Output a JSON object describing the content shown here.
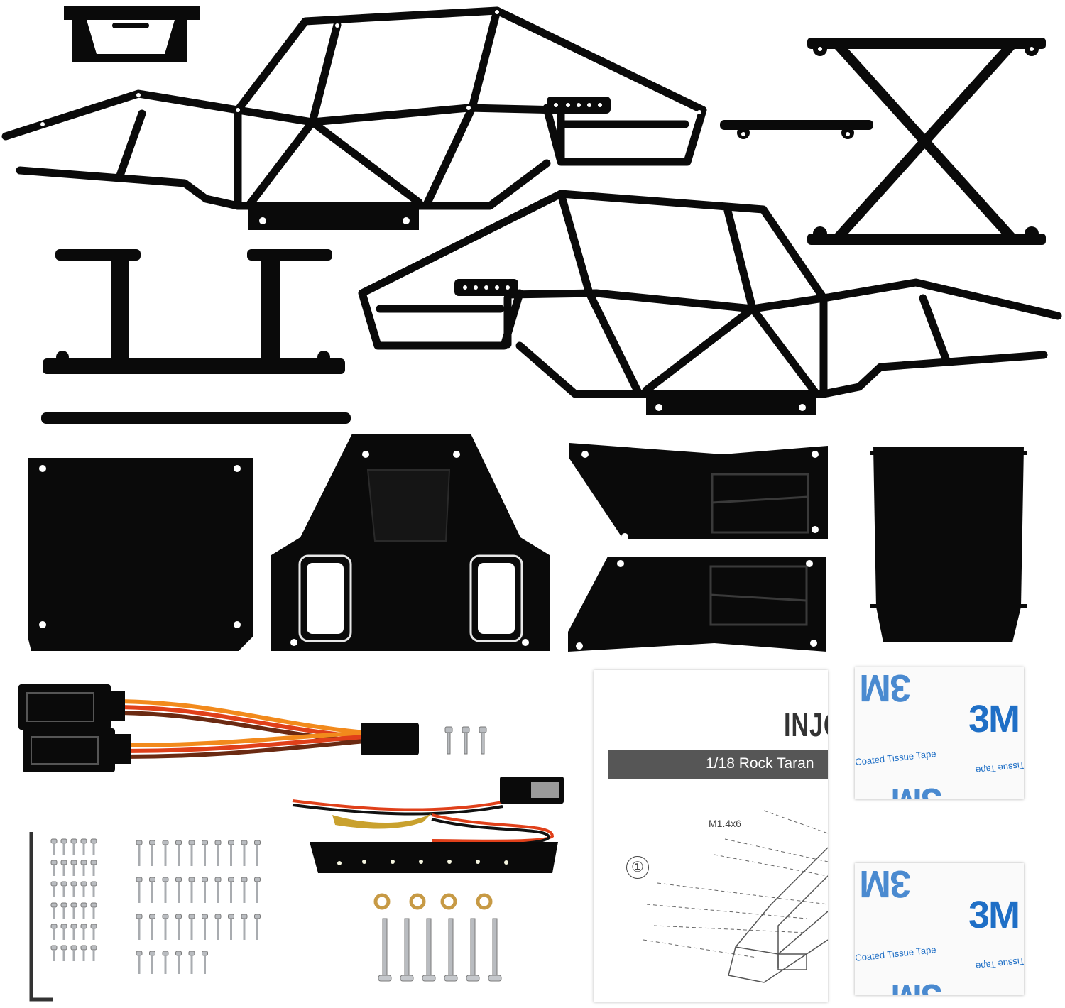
{
  "manual": {
    "brand": "INJO",
    "model": "1/18 Rock Taran",
    "screw_size": "M1.4x6",
    "step_number": "①"
  },
  "tape": {
    "logo": "3M",
    "text": "Coated Tissue Tape"
  },
  "colors": {
    "part_black": "#0a0a0a",
    "wire_orange": "#f28a1c",
    "wire_red": "#e0401a",
    "wire_brown": "#6b2a12",
    "tape_blue": "#1f6fc6",
    "screw_silver": "#b9bcc0",
    "brass": "#c79a45"
  }
}
